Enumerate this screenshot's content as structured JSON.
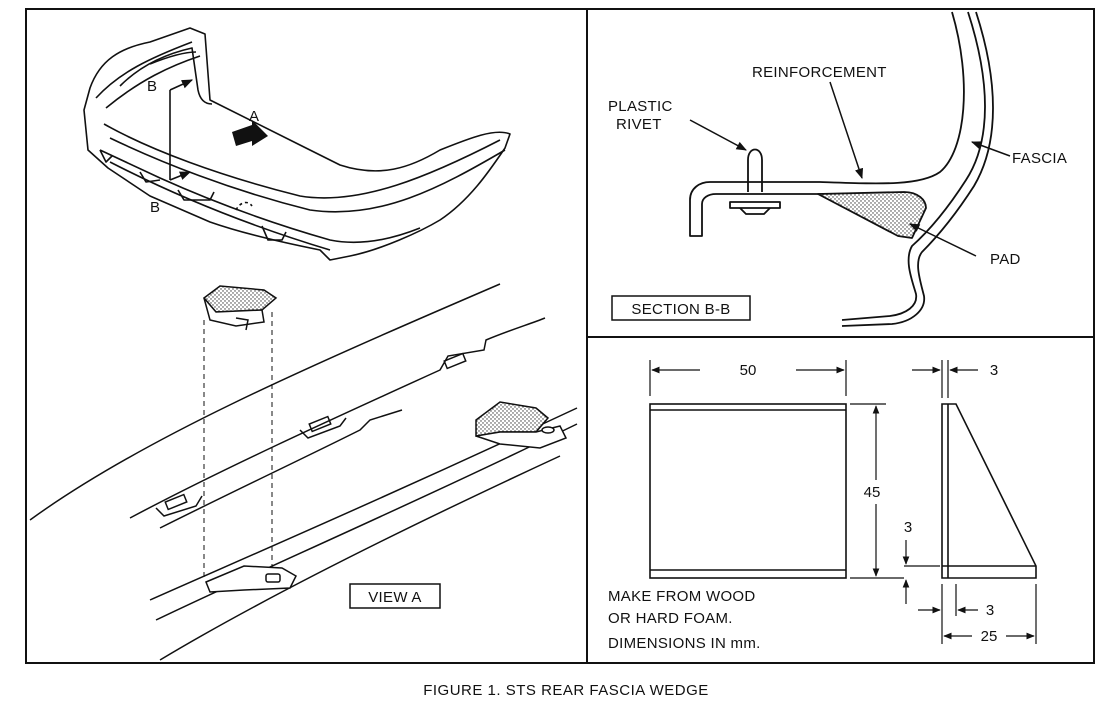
{
  "figure": {
    "caption": "FIGURE 1.  STS REAR FASCIA WEDGE"
  },
  "left_panel": {
    "view_marker_a": "A",
    "section_marker_b_top": "B",
    "section_marker_b_bottom": "B",
    "view_label": "VIEW A"
  },
  "section_panel": {
    "label_plastic_rivet_line1": "PLASTIC",
    "label_plastic_rivet_line2": "RIVET",
    "label_reinforcement": "REINFORCEMENT",
    "label_fascia": "FASCIA",
    "label_pad": "PAD",
    "section_title": "SECTION B-B"
  },
  "dimension_panel": {
    "width_front": "50",
    "height": "45",
    "top_thickness": "3",
    "bottom_thickness_vertical": "3",
    "bottom_thickness_horizontal": "3",
    "depth": "25",
    "note_line1": "MAKE FROM WOOD",
    "note_line2": "OR HARD FOAM.",
    "note_line3": "DIMENSIONS IN mm."
  }
}
